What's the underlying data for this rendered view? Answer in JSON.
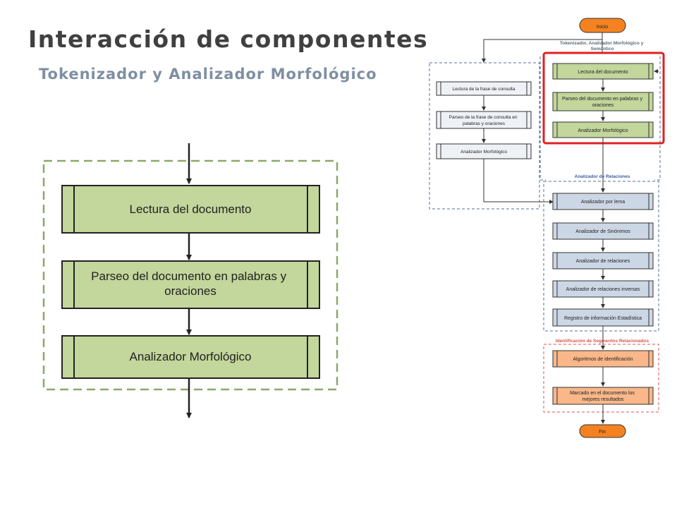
{
  "slide": {
    "title": "Interacción de componentes",
    "subtitle": "Tokenizador y Analizador Morfológico"
  },
  "zoom_diagram": {
    "steps": [
      "Lectura del documento",
      "Parseo del documento en palabras y oraciones",
      "Analizador Morfológico"
    ]
  },
  "flowchart": {
    "start": "Inicio",
    "end": "Fin",
    "group_tokenizer_label": "Tokenizador, Analizador Morfológico y Semántico",
    "tokenizer_steps": [
      "Lectura del documento",
      "Parseo del documento en palabras y oraciones",
      "Analizador Morfológico"
    ],
    "query_steps": [
      "Lectura de la frase de consulta",
      "Parseo de la frase de consulta en palabras y oraciones",
      "Analizador Morfológico"
    ],
    "group_relations_label": "Analizador de Relaciones",
    "relation_steps": [
      "Analizador por lema",
      "Analizador de Sinónimos",
      "Analizador de relaciones",
      "Analizador de relaciones inversas",
      "Registro de información Estadística"
    ],
    "group_segments_label": "Identificación de Segmentos Relacionados",
    "segment_steps": [
      "Algoritmos de identificación",
      "Marcado en el documento los mejores resultados"
    ]
  },
  "colors": {
    "green_fill": "#c3d69b",
    "blue_fill": "#ccd7e6",
    "light_fill": "#eef1f6",
    "orange_fill": "#f9b78a",
    "terminal_fill": "#f58220",
    "highlight": "#e02020"
  }
}
